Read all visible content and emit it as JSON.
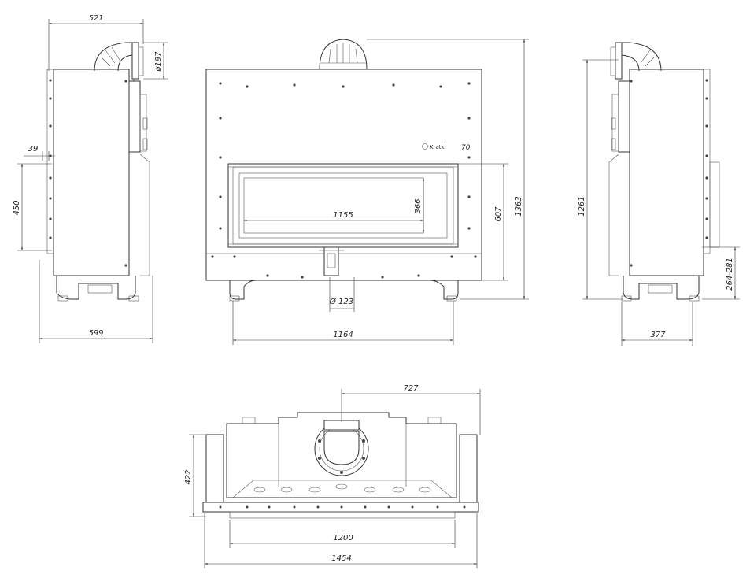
{
  "brand": {
    "logo_text": "Kratki",
    "model": "70"
  },
  "dimensions": {
    "side_top_width": "521",
    "flue_diameter": "ø197",
    "offset_39": "39",
    "window_height_450": "450",
    "side_depth": "599",
    "glass_width": "1155",
    "glass_height": "366",
    "frame_height": "607",
    "total_height": "1363",
    "front_width": "1164",
    "air_inlet": "Ø 123",
    "right_height": "1261",
    "right_base": "264-281",
    "right_depth": "377",
    "top_727": "727",
    "top_depth": "422",
    "top_1200": "1200",
    "top_1454": "1454"
  }
}
